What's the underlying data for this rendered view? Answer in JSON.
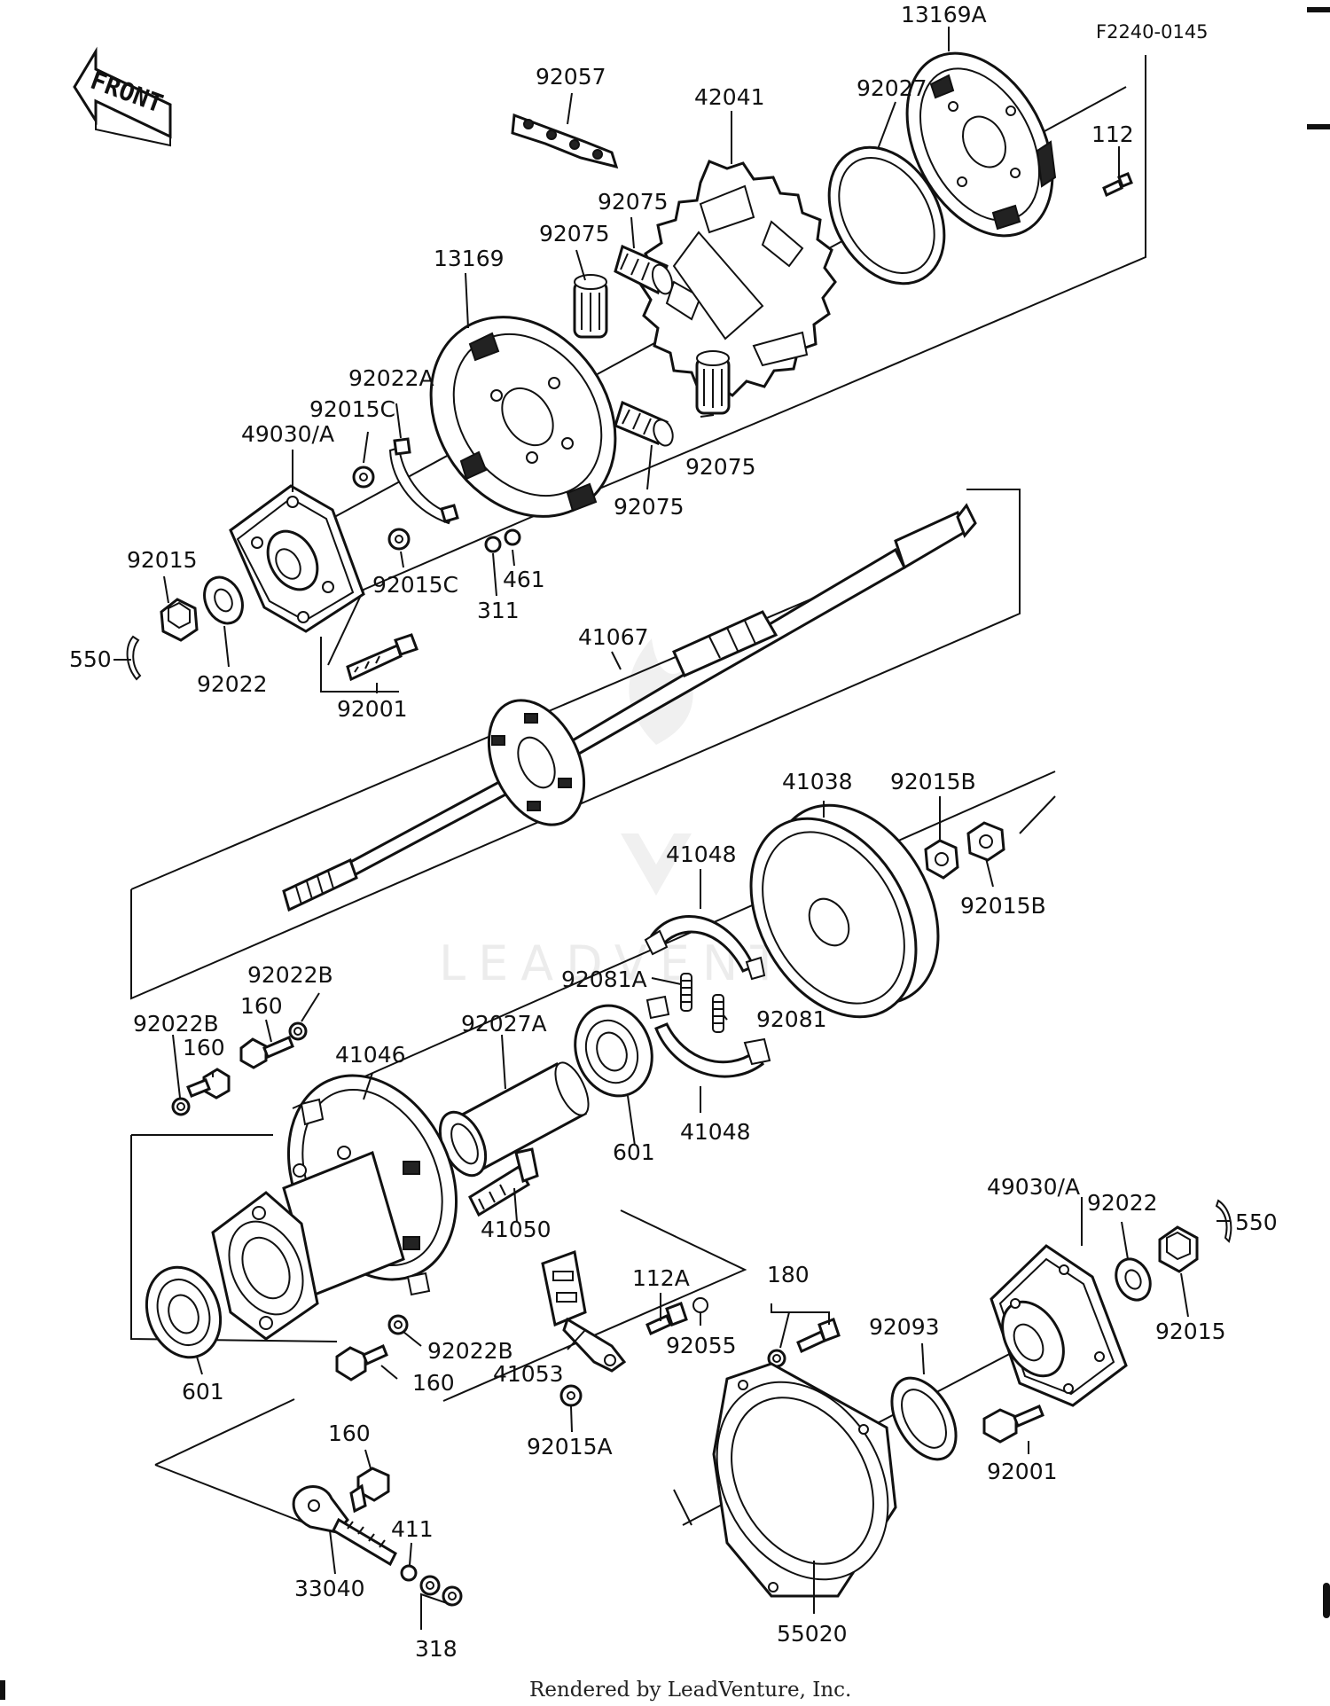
{
  "diagram": {
    "code": "F2240-0145",
    "front_label": "FRONT",
    "credit": "Rendered by LeadVenture, Inc.",
    "watermark": "LEADVENTURE",
    "parts": [
      {
        "id": "p1",
        "text": "92057"
      },
      {
        "id": "p2",
        "text": "13169A"
      },
      {
        "id": "p3",
        "text": "42041"
      },
      {
        "id": "p4",
        "text": "92027"
      },
      {
        "id": "p5",
        "text": "112"
      },
      {
        "id": "p6",
        "text": "92075"
      },
      {
        "id": "p7",
        "text": "92075"
      },
      {
        "id": "p8",
        "text": "13169"
      },
      {
        "id": "p9",
        "text": "92022A"
      },
      {
        "id": "p10",
        "text": "92015C"
      },
      {
        "id": "p11",
        "text": "49030/A"
      },
      {
        "id": "p12",
        "text": "92075"
      },
      {
        "id": "p13",
        "text": "92075"
      },
      {
        "id": "p14",
        "text": "92015"
      },
      {
        "id": "p15",
        "text": "461"
      },
      {
        "id": "p16",
        "text": "92015C"
      },
      {
        "id": "p17",
        "text": "311"
      },
      {
        "id": "p18",
        "text": "550"
      },
      {
        "id": "p19",
        "text": "92022"
      },
      {
        "id": "p20",
        "text": "41067"
      },
      {
        "id": "p21",
        "text": "92001"
      },
      {
        "id": "p22",
        "text": "41038"
      },
      {
        "id": "p23",
        "text": "92015B"
      },
      {
        "id": "p24",
        "text": "41048"
      },
      {
        "id": "p25",
        "text": "92015B"
      },
      {
        "id": "p26",
        "text": "92081A"
      },
      {
        "id": "p27",
        "text": "92022B"
      },
      {
        "id": "p28",
        "text": "92081"
      },
      {
        "id": "p29",
        "text": "160"
      },
      {
        "id": "p30",
        "text": "92022B"
      },
      {
        "id": "p31",
        "text": "92027A"
      },
      {
        "id": "p32",
        "text": "160"
      },
      {
        "id": "p33",
        "text": "41046"
      },
      {
        "id": "p34",
        "text": "601"
      },
      {
        "id": "p35",
        "text": "41048"
      },
      {
        "id": "p36",
        "text": "41050"
      },
      {
        "id": "p37",
        "text": "49030/A"
      },
      {
        "id": "p38",
        "text": "92022"
      },
      {
        "id": "p39",
        "text": "550"
      },
      {
        "id": "p40",
        "text": "180"
      },
      {
        "id": "p41",
        "text": "112A"
      },
      {
        "id": "p42",
        "text": "92022B"
      },
      {
        "id": "p43",
        "text": "92055"
      },
      {
        "id": "p44",
        "text": "92093"
      },
      {
        "id": "p45",
        "text": "92015"
      },
      {
        "id": "p46",
        "text": "41053"
      },
      {
        "id": "p47",
        "text": "160"
      },
      {
        "id": "p48",
        "text": "601"
      },
      {
        "id": "p49",
        "text": "92015A"
      },
      {
        "id": "p50",
        "text": "92001"
      },
      {
        "id": "p51",
        "text": "160"
      },
      {
        "id": "p52",
        "text": "411"
      },
      {
        "id": "p53",
        "text": "33040"
      },
      {
        "id": "p54",
        "text": "55020"
      },
      {
        "id": "p55",
        "text": "318"
      }
    ]
  }
}
